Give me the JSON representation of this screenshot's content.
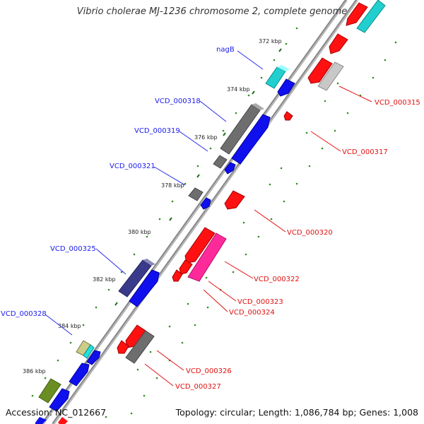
{
  "title": "Vibrio cholerae MJ-1236 chromosome 2, complete genome",
  "footer": {
    "accession": "Accession: NC_012667",
    "summary": "Topology: circular; Length: 1,086,784 bp; Genes: 1,008"
  },
  "colors": {
    "forward_label": "#1a1aee",
    "reverse_label": "#e01010",
    "backbone": "#888888",
    "dot_grid": "#2f8f1f"
  },
  "ticks": [
    "372 kbp",
    "374 kbp",
    "376 kbp",
    "378 kbp",
    "380 kbp",
    "382 kbp",
    "384 kbp",
    "386 kbp"
  ],
  "forward_labels": [
    "nagB",
    "VCD_000318",
    "VCD_000319",
    "VCD_000321",
    "VCD_000325",
    "VCD_000328"
  ],
  "reverse_labels": [
    "VCD_000315",
    "VCD_000317",
    "VCD_000320",
    "VCD_000322",
    "VCD_000323",
    "VCD_000324",
    "VCD_000326",
    "VCD_000327"
  ]
}
